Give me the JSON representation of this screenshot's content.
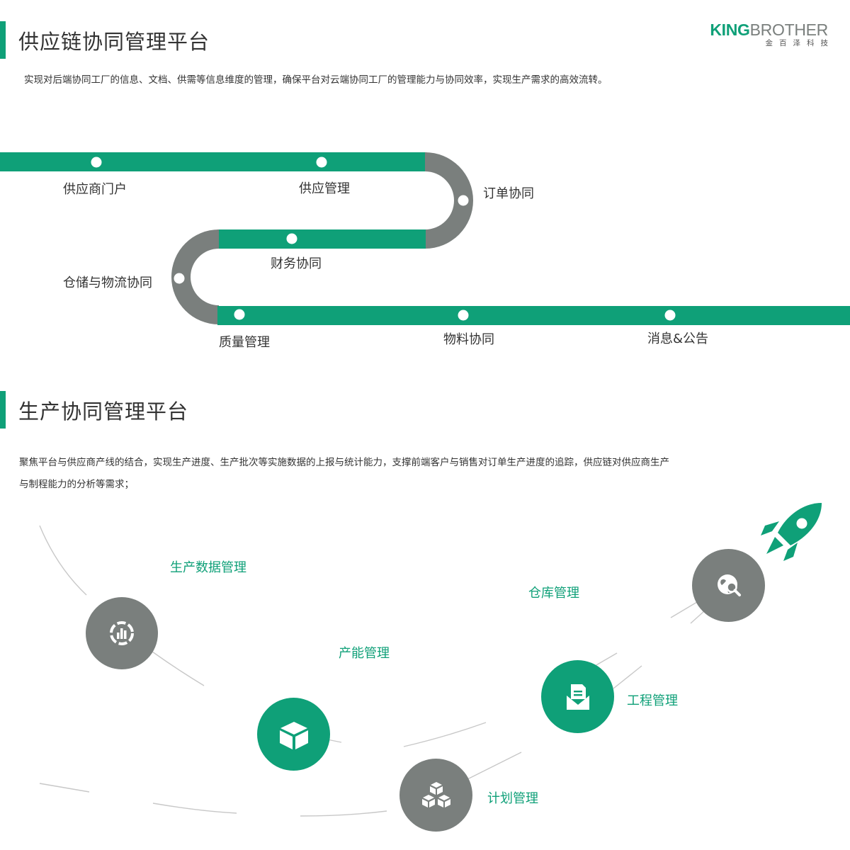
{
  "brand": {
    "primary": "KING",
    "secondary": "BROTHER",
    "tagline": "金百泽科技"
  },
  "colors": {
    "accent": "#0fa078",
    "gray": "#7a7f7d",
    "text": "#333333"
  },
  "supply_chain": {
    "title": "供应链协同管理平台",
    "description": "实现对后端协同工厂的信息、文档、供需等信息维度的管理，确保平台对云端协同工厂的管理能力与协同效率，实现生产需求的高效流转。",
    "nodes": [
      "供应商门户",
      "供应管理",
      "订单协同",
      "财务协同",
      "仓储与物流协同",
      "质量管理",
      "物料协同",
      "消息&公告"
    ]
  },
  "production": {
    "title": "生产协同管理平台",
    "description_line1": "聚焦平台与供应商产线的结合，实现生产进度、生产批次等实施数据的上报与统计能力，支撑前端客户与销售对订单生产进度的追踪，供应链对供应商生产",
    "description_line2": "与制程能力的分析等需求；",
    "modules": [
      {
        "label": "生产数据管理",
        "icon": "chart-icon"
      },
      {
        "label": "产能管理",
        "icon": "cube-icon"
      },
      {
        "label": "计划管理",
        "icon": "stacked-boxes-icon"
      },
      {
        "label": "工程管理",
        "icon": "document-envelope-icon"
      },
      {
        "label": "仓库管理",
        "icon": "globe-search-icon"
      }
    ]
  }
}
